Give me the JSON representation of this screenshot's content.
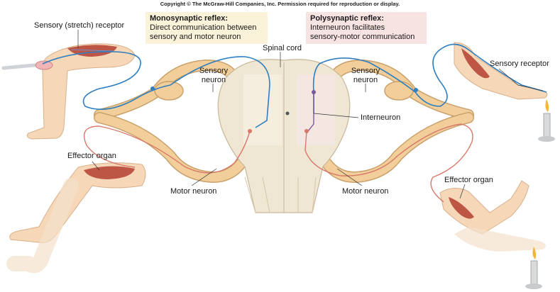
{
  "copyright": "Copyright © The McGraw-Hill Companies, Inc. Permission required for reproduction or display.",
  "mono_box": {
    "title": "Monosynaptic reflex:",
    "line1": "Direct communication between",
    "line2": "sensory and motor neuron"
  },
  "poly_box": {
    "title": "Polysynaptic reflex:",
    "line1": "Interneuron facilitates",
    "line2": "sensory-motor communication"
  },
  "labels": {
    "stretch_receptor": "Sensory (stretch) receptor",
    "spinal_cord": "Spinal cord",
    "sensory_neuron_left_1": "Sensory",
    "sensory_neuron_left_2": "neuron",
    "sensory_neuron_right_1": "Sensory",
    "sensory_neuron_right_2": "neuron",
    "interneuron": "Interneuron",
    "sensory_receptor": "Sensory receptor",
    "effector_left": "Effector organ",
    "effector_right": "Effector organ",
    "motor_neuron_left": "Motor neuron",
    "motor_neuron_right": "Motor neuron"
  },
  "colors": {
    "nerve_fill": "#f2cf9a",
    "nerve_edge": "#c9a06a",
    "sensory_neuron": "#2f7fc1",
    "motor_neuron": "#d9786a",
    "interneuron": "#7a5a9a",
    "skin": "#f6d7b8",
    "muscle": "#b8483a",
    "cord_fill": "#efe6d3",
    "gray_matter": "#e9e0cc"
  }
}
